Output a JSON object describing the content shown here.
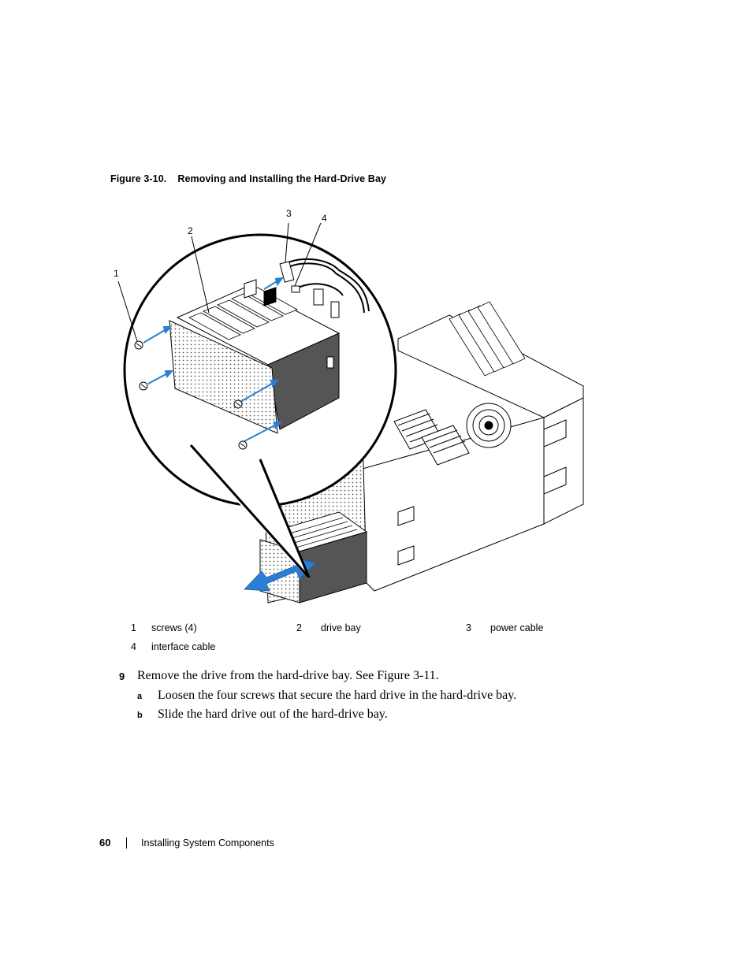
{
  "caption": {
    "figure_label": "Figure 3-10.",
    "title": "Removing and Installing the Hard-Drive Bay"
  },
  "figure": {
    "callouts": [
      "1",
      "2",
      "3",
      "4"
    ]
  },
  "legend": [
    {
      "num": "1",
      "text": "screws (4)"
    },
    {
      "num": "2",
      "text": "drive bay"
    },
    {
      "num": "3",
      "text": "power cable"
    },
    {
      "num": "4",
      "text": "interface cable"
    }
  ],
  "steps": {
    "main": {
      "num": "9",
      "text": "Remove the drive from the hard-drive bay. See Figure 3-11."
    },
    "subs": [
      {
        "letter": "a",
        "text": "Loosen the four screws that secure the hard drive in the hard-drive bay."
      },
      {
        "letter": "b",
        "text": "Slide the hard drive out of the hard-drive bay."
      }
    ]
  },
  "footer": {
    "page_number": "60",
    "section": "Installing System Components"
  },
  "colors": {
    "arrow_blue": "#2a7fd4",
    "line": "#000000"
  }
}
